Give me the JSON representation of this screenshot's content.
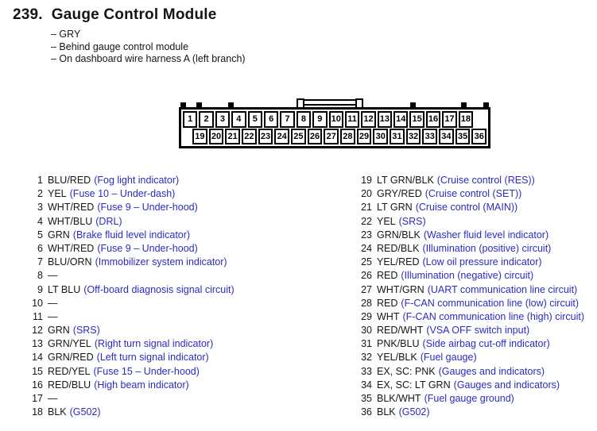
{
  "header": {
    "number": "239.",
    "title": "Gauge Control Module",
    "notes": [
      "– GRY",
      "– Behind gauge control module",
      "– On dashboard wire harness A (left branch)"
    ]
  },
  "colors": {
    "circuit_text_blue": "#2b2bc4",
    "ink_black": "#151515"
  },
  "connector": {
    "top_pins": [
      "1",
      "2",
      "3",
      "4",
      "5",
      "6",
      "7",
      "8",
      "9",
      "10",
      "11",
      "12",
      "13",
      "14",
      "15",
      "16",
      "17",
      "18"
    ],
    "bottom_pins": [
      "19",
      "20",
      "21",
      "22",
      "23",
      "24",
      "25",
      "26",
      "27",
      "28",
      "29",
      "30",
      "31",
      "32",
      "33",
      "34",
      "35",
      "36"
    ]
  },
  "pin_list": {
    "left": [
      {
        "pin": "1",
        "wire": "BLU/RED",
        "desc": "(Fog light indicator)"
      },
      {
        "pin": "2",
        "wire": "YEL",
        "desc": "(Fuse 10 – Under-dash)"
      },
      {
        "pin": "3",
        "wire": "WHT/RED",
        "desc": "(Fuse 9 – Under-hood)"
      },
      {
        "pin": "4",
        "wire": "WHT/BLU",
        "desc": "(DRL)"
      },
      {
        "pin": "5",
        "wire": "GRN",
        "desc": "(Brake fluid level indicator)"
      },
      {
        "pin": "6",
        "wire": "WHT/RED",
        "desc": "(Fuse 9 – Under-hood)"
      },
      {
        "pin": "7",
        "wire": "BLU/ORN",
        "desc": "(Immobilizer system indicator)"
      },
      {
        "pin": "8",
        "wire": "—",
        "desc": ""
      },
      {
        "pin": "9",
        "wire": "LT BLU",
        "desc": "(Off-board diagnosis signal circuit)"
      },
      {
        "pin": "10",
        "wire": "—",
        "desc": ""
      },
      {
        "pin": "11",
        "wire": "—",
        "desc": ""
      },
      {
        "pin": "12",
        "wire": "GRN",
        "desc": "(SRS)"
      },
      {
        "pin": "13",
        "wire": "GRN/YEL",
        "desc": "(Right turn signal indicator)"
      },
      {
        "pin": "14",
        "wire": "GRN/RED",
        "desc": "(Left turn signal indicator)"
      },
      {
        "pin": "15",
        "wire": "RED/YEL",
        "desc": "(Fuse 15 – Under-hood)"
      },
      {
        "pin": "16",
        "wire": "RED/BLU",
        "desc": "(High beam indicator)"
      },
      {
        "pin": "17",
        "wire": "—",
        "desc": ""
      },
      {
        "pin": "18",
        "wire": "BLK",
        "desc": "(G502)"
      }
    ],
    "right": [
      {
        "pin": "19",
        "wire": "LT GRN/BLK",
        "desc": "(Cruise control (RES))"
      },
      {
        "pin": "20",
        "wire": "GRY/RED",
        "desc": "(Cruise control (SET))"
      },
      {
        "pin": "21",
        "wire": "LT GRN",
        "desc": "(Cruise control (MAIN))"
      },
      {
        "pin": "22",
        "wire": "YEL",
        "desc": "(SRS)"
      },
      {
        "pin": "23",
        "wire": "GRN/BLK",
        "desc": "(Washer fluid level indicator)"
      },
      {
        "pin": "24",
        "wire": "RED/BLK",
        "desc": "(Illumination (positive) circuit)"
      },
      {
        "pin": "25",
        "wire": "YEL/RED",
        "desc": "(Low oil pressure indicator)"
      },
      {
        "pin": "26",
        "wire": "RED",
        "desc": "(Illumination (negative) circuit)"
      },
      {
        "pin": "27",
        "wire": "WHT/GRN",
        "desc": "(UART communication line circuit)"
      },
      {
        "pin": "28",
        "wire": "RED",
        "desc": "(F-CAN communication line (low) circuit)"
      },
      {
        "pin": "29",
        "wire": "WHT",
        "desc": "(F-CAN communication line (high) circuit)"
      },
      {
        "pin": "30",
        "wire": "RED/WHT",
        "desc": "(VSA OFF switch input)"
      },
      {
        "pin": "31",
        "wire": "PNK/BLU",
        "desc": "(Side airbag cut-off indicator)"
      },
      {
        "pin": "32",
        "wire": "YEL/BLK",
        "desc": "(Fuel gauge)"
      },
      {
        "pin": "33",
        "wire": "EX, SC: PNK",
        "desc": "(Gauges and indicators)"
      },
      {
        "pin": "34",
        "wire": "EX, SC: LT GRN",
        "desc": "(Gauges and indicators)"
      },
      {
        "pin": "35",
        "wire": "BLK/WHT",
        "desc": "(Fuel gauge ground)"
      },
      {
        "pin": "36",
        "wire": "BLK",
        "desc": "(G502)"
      }
    ]
  }
}
